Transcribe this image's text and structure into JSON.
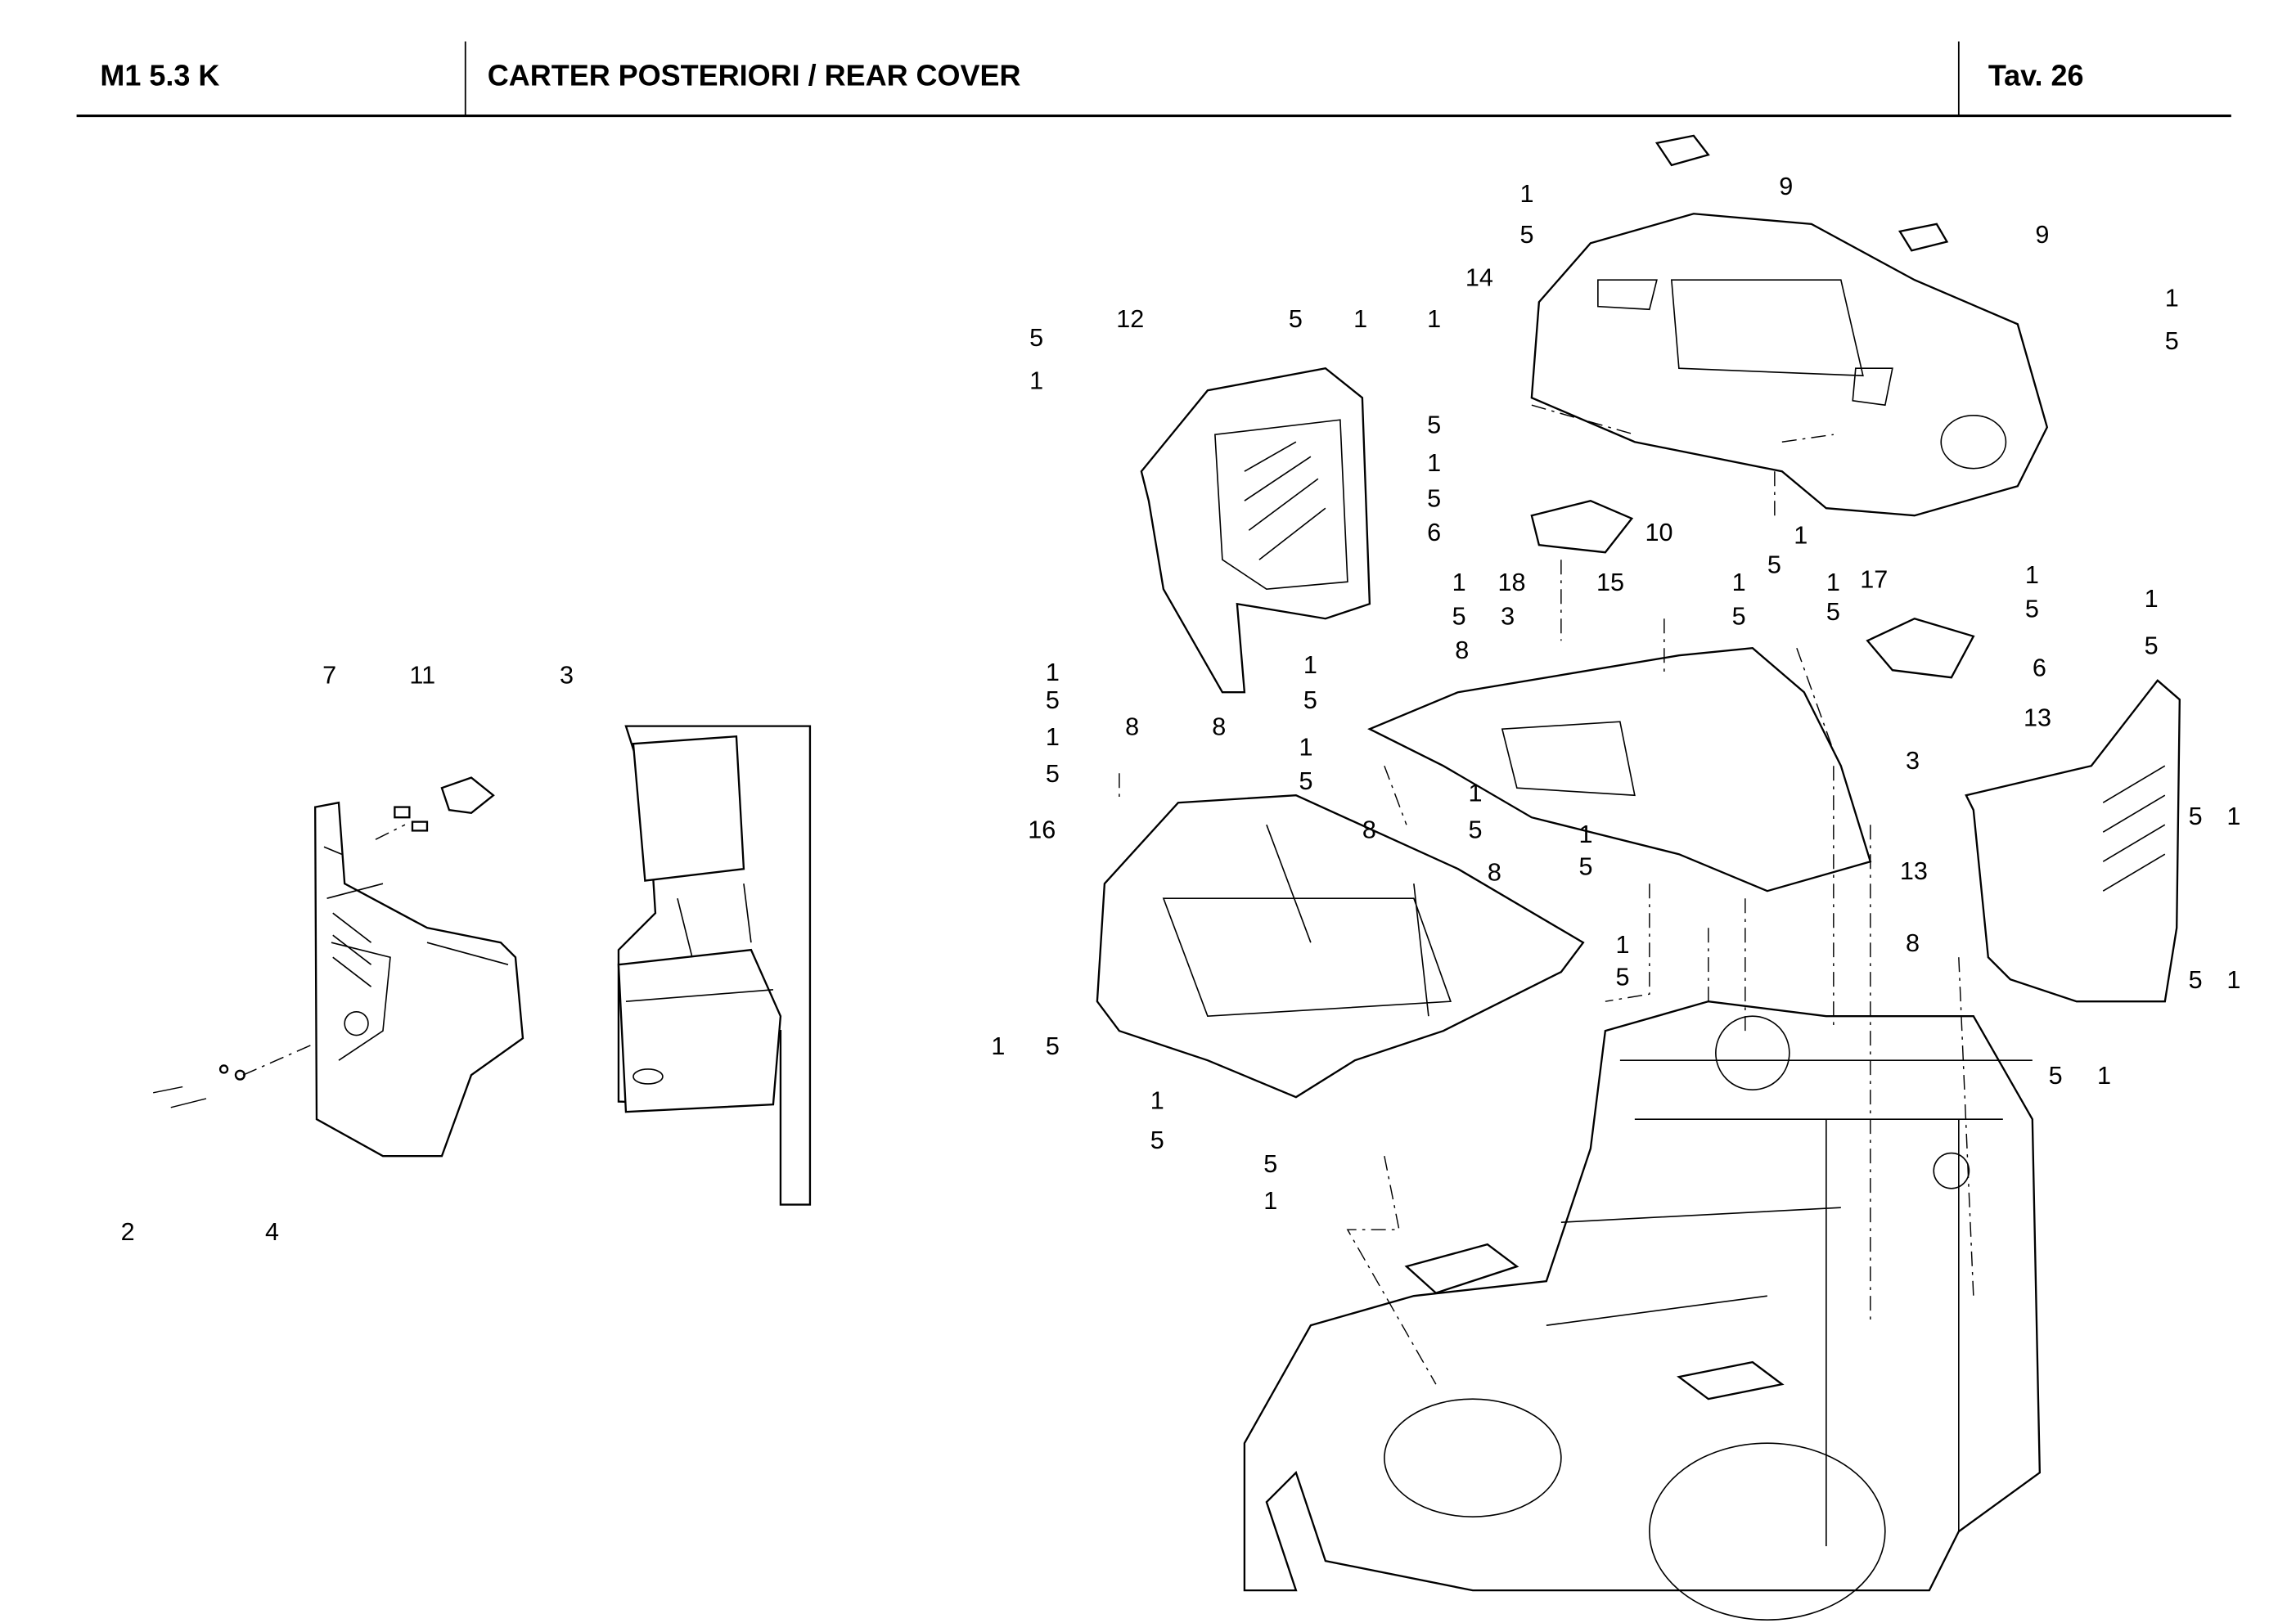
{
  "header": {
    "model": "M1 5.3 K",
    "title": "CARTER POSTERIORI / REAR COVER",
    "table": "Tav.  26"
  },
  "callouts": [
    "7",
    "11",
    "3",
    "2",
    "4",
    "1",
    "9",
    "5",
    "9",
    "14",
    "12",
    "5",
    "1",
    "1",
    "1",
    "5",
    "5",
    "1",
    "5",
    "1",
    "5",
    "10",
    "1",
    "5",
    "6",
    "18",
    "3",
    "15",
    "1",
    "5",
    "1",
    "5",
    "1",
    "5",
    "17",
    "1",
    "5",
    "1",
    "5",
    "6",
    "8",
    "1",
    "5",
    "1",
    "5",
    "8",
    "8",
    "3",
    "13",
    "1",
    "5",
    "1",
    "5",
    "1",
    "5",
    "16",
    "8",
    "1",
    "5",
    "8",
    "13",
    "5",
    "1",
    "1",
    "5",
    "8",
    "5",
    "1",
    "1",
    "5",
    "1",
    "5",
    "5",
    "1",
    "5",
    "1"
  ]
}
